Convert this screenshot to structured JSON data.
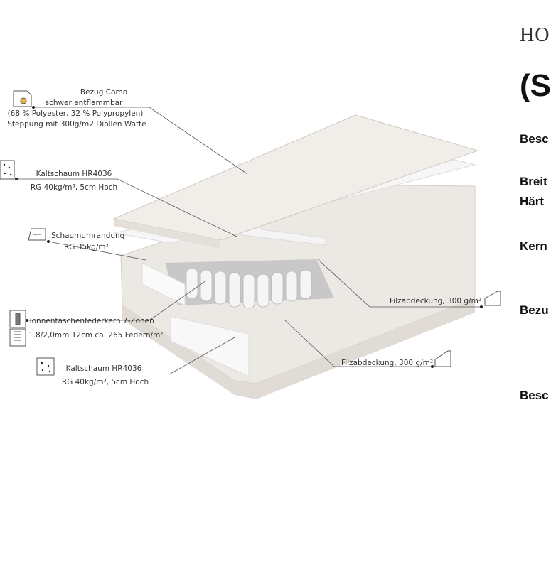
{
  "diagram": {
    "labels": {
      "bezug_1": "Bezug Como",
      "bezug_2": "schwer entflammbar",
      "bezug_3": "(68 % Polyester, 32 % Polypropylen)",
      "bezug_4": "Steppung mit 300g/m2 Diollen Watte",
      "kalt_top_1": "Kaltschaum HR4036",
      "kalt_top_2": "RG 40kg/m³, 5cm Hoch",
      "schaum_1": "Schaumumrandung",
      "schaum_2": "RG 35kg/m³",
      "tonnen_1": "Tonnentaschenfederkern 7-Zonen",
      "tonnen_2": "1.8/2,0mm 12cm ca. 265 Federn/m²",
      "kalt_bottom_1": "Kaltschaum HR4036",
      "kalt_bottom_2": "RG 40kg/m³, 5cm Hoch",
      "filz_right": "Filzabdeckung, 300 g/m²",
      "filz_bottom": "Filzabdeckung, 300 g/m²"
    }
  },
  "side": {
    "brand": "HO",
    "heading": "(St",
    "specs": [
      "Besc",
      "Breit",
      "Härt",
      "Kern",
      "Bezu",
      "Besc"
    ]
  }
}
